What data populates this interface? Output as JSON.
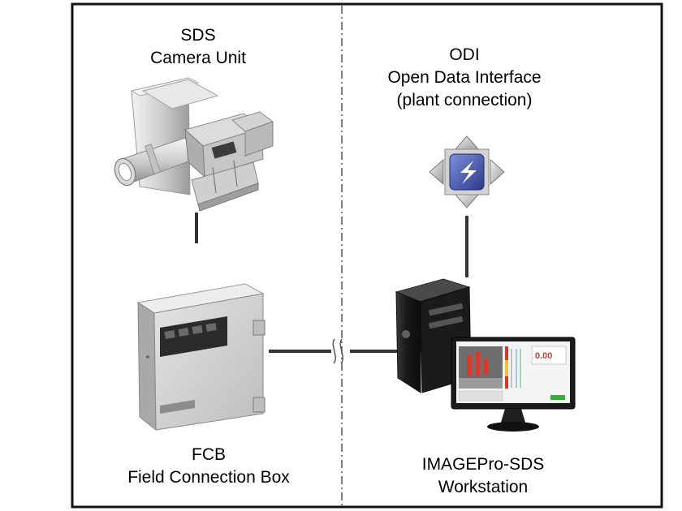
{
  "diagram": {
    "camera": {
      "line1": "SDS",
      "line2": "Camera Unit"
    },
    "odi": {
      "line1": "ODI",
      "line2": "Open Data Interface",
      "line3": "(plant connection)"
    },
    "fcb": {
      "line1": "FCB",
      "line2": "Field Connection Box"
    },
    "workstation": {
      "line1": "IMAGEPro-SDS",
      "line2": "Workstation"
    },
    "monitor_screen": {
      "readout_value": "0.00"
    }
  },
  "colors": {
    "frame": "#111111",
    "connector": "#333333",
    "metal_light": "#e6e6e6",
    "metal_mid": "#bdbdbd",
    "metal_dark": "#8c8c8c",
    "tower": "#1e1e1e",
    "odi_blue": "#4a5fb5"
  }
}
